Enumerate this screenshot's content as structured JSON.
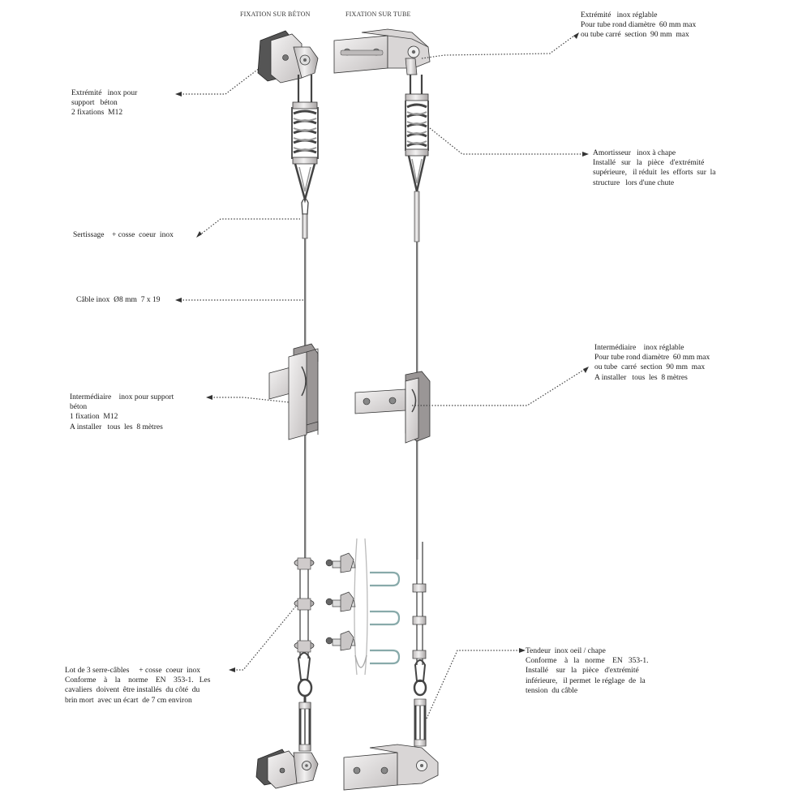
{
  "headers": {
    "left": "FIXATION SUR BÉTON",
    "right": "FIXATION SUR TUBE"
  },
  "annotations": {
    "end_concrete": [
      "Extrémité   inox pour",
      "support   béton",
      "2 fixations  M12"
    ],
    "end_tube": [
      "Extrémité   inox réglable",
      "Pour tube rond diamètre  60 mm max",
      "ou tube carré  section  90 mm  max"
    ],
    "damper": [
      "Amortisseur   inox à chape",
      "Installé   sur   la   pièce   d'extrémité",
      "supérieure,   il réduit  les  efforts  sur  la",
      "structure   lors d'une chute"
    ],
    "crimping": [
      "Sertissage    + cosse  coeur  inox"
    ],
    "cable": [
      "Câble inox  Ø8 mm  7 x 19"
    ],
    "intermediate_tube": [
      "Intermédiaire    inox réglable",
      "Pour tube rond diamètre  60 mm max",
      "ou tube  carré  section  90 mm  max",
      "A installer   tous  les  8 mètres"
    ],
    "intermediate_concrete": [
      "Intermédiaire    inox pour support",
      "béton",
      "1 fixation  M12",
      "A installer   tous  les  8 mètres"
    ],
    "tensioner": [
      "Tendeur  inox oeil / chape",
      "Conforme    à   la   norme    EN   353-1.",
      "Installé    sur   la   pièce   d'extrémité",
      "inférieure,   il permet  le réglage  de  la",
      "tension  du câble"
    ],
    "clamps": [
      "Lot de 3 serre-câbles     + cosse  coeur  inox",
      "Conforme    à    la    norme    EN    353-1.   Les",
      "cavaliers  doivent  être installés  du côté  du",
      "brin mort  avec un écart  de 7 cm environ"
    ]
  },
  "colors": {
    "metal_light": "#e8e6e6",
    "metal_mid": "#c9c6c6",
    "metal_dark": "#8a8686",
    "outline": "#3a3a3a",
    "leader": "#444444"
  }
}
